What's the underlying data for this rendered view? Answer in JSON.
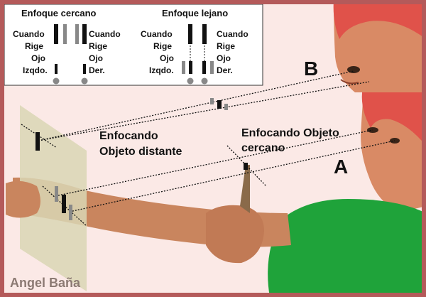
{
  "legend_box": {
    "near_title": "Enfoque cercano",
    "far_title": "Enfoque lejano",
    "left_labels": [
      "Cuando",
      "Rige",
      "Ojo",
      "Izqdo."
    ],
    "right_labels": [
      "Cuando",
      "Rige",
      "Ojo",
      "Der."
    ]
  },
  "captions": {
    "distant": [
      "Enfocando",
      "Objeto distante"
    ],
    "near": [
      "Enfocando Objeto",
      "cercano"
    ]
  },
  "markers": {
    "a": "A",
    "b": "B"
  },
  "credit": "Angel Baña",
  "colors": {
    "border": "#b45a5a",
    "background": "#fbe9e6",
    "skin": "#c9855e",
    "hair": "#e0524a",
    "shirt": "#1fa33a",
    "panel": "#d9d6b4"
  }
}
